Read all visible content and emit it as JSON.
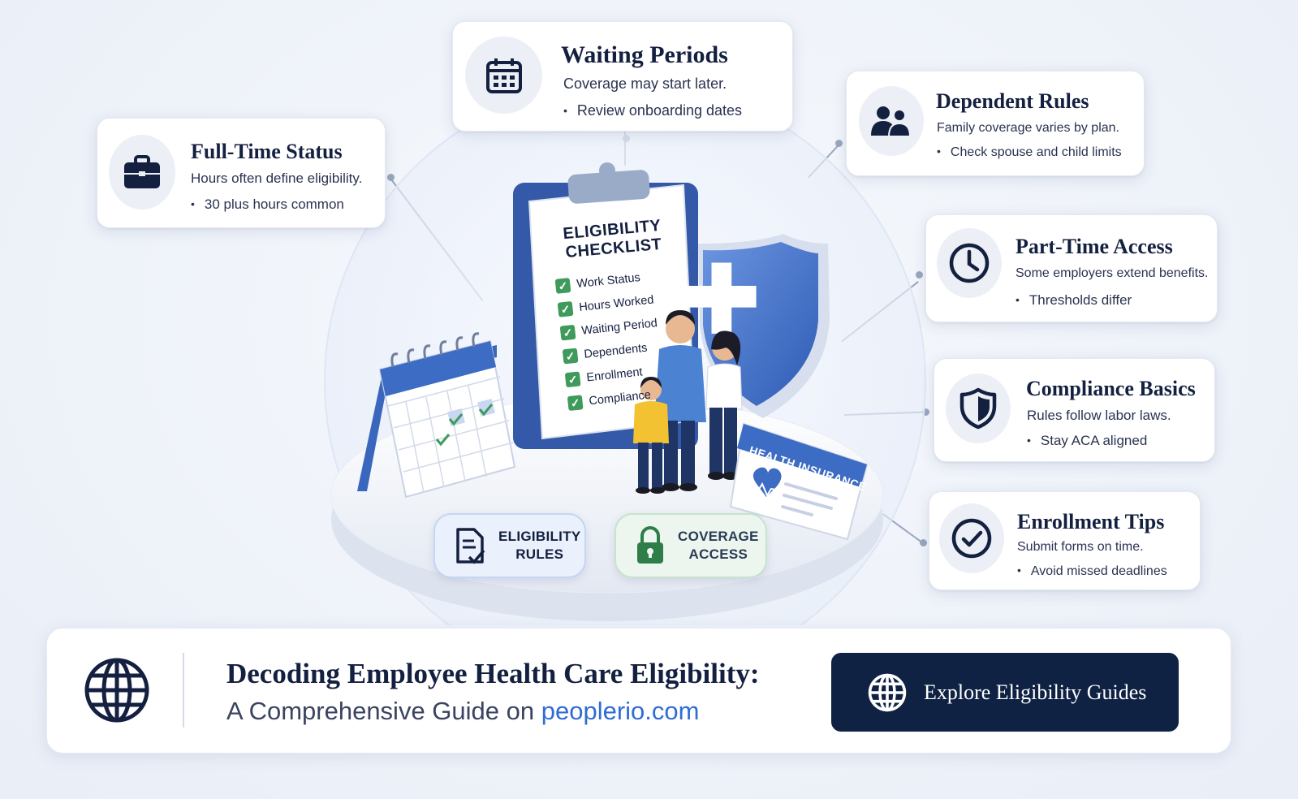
{
  "cards": {
    "waiting": {
      "title": "Waiting Periods",
      "desc": "Coverage may start later.",
      "bullet": "Review onboarding dates"
    },
    "fulltime": {
      "title": "Full-Time Status",
      "desc": "Hours often define eligibility.",
      "bullet": "30 plus hours common"
    },
    "dependent": {
      "title": "Dependent Rules",
      "desc": "Family coverage varies by plan.",
      "bullet": "Check spouse and child limits"
    },
    "parttime": {
      "title": "Part-Time Access",
      "desc": "Some employers extend benefits.",
      "bullet": "Thresholds differ"
    },
    "compliance": {
      "title": "Compliance Basics",
      "desc": "Rules follow labor laws.",
      "bullet": "Stay ACA aligned"
    },
    "enrollment": {
      "title": "Enrollment Tips",
      "desc": "Submit forms on time.",
      "bullet": "Avoid missed deadlines"
    }
  },
  "checklist": {
    "title_line1": "ELIGIBILITY",
    "title_line2": "CHECKLIST",
    "items": [
      "Work Status",
      "Hours Worked",
      "Waiting Period",
      "Dependents",
      "Enrollment",
      "Compliance"
    ]
  },
  "insurance_card": {
    "label": "HEALTH INSURANCE"
  },
  "pills": {
    "rules": {
      "line1": "ELIGIBILITY",
      "line2": "RULES"
    },
    "access": {
      "line1": "COVERAGE",
      "line2": "ACCESS"
    }
  },
  "footer": {
    "title": "Decoding Employee Health Care Eligibility:",
    "subtitle_prefix": "A Comprehensive Guide on ",
    "subtitle_brand": "peoplerio.com",
    "cta_label": "Explore Eligibility Guides"
  },
  "colors": {
    "navy": "#0f2244",
    "blue": "#3d6cc4",
    "green": "#3f9a5c",
    "accent_link": "#2f6cd4"
  }
}
